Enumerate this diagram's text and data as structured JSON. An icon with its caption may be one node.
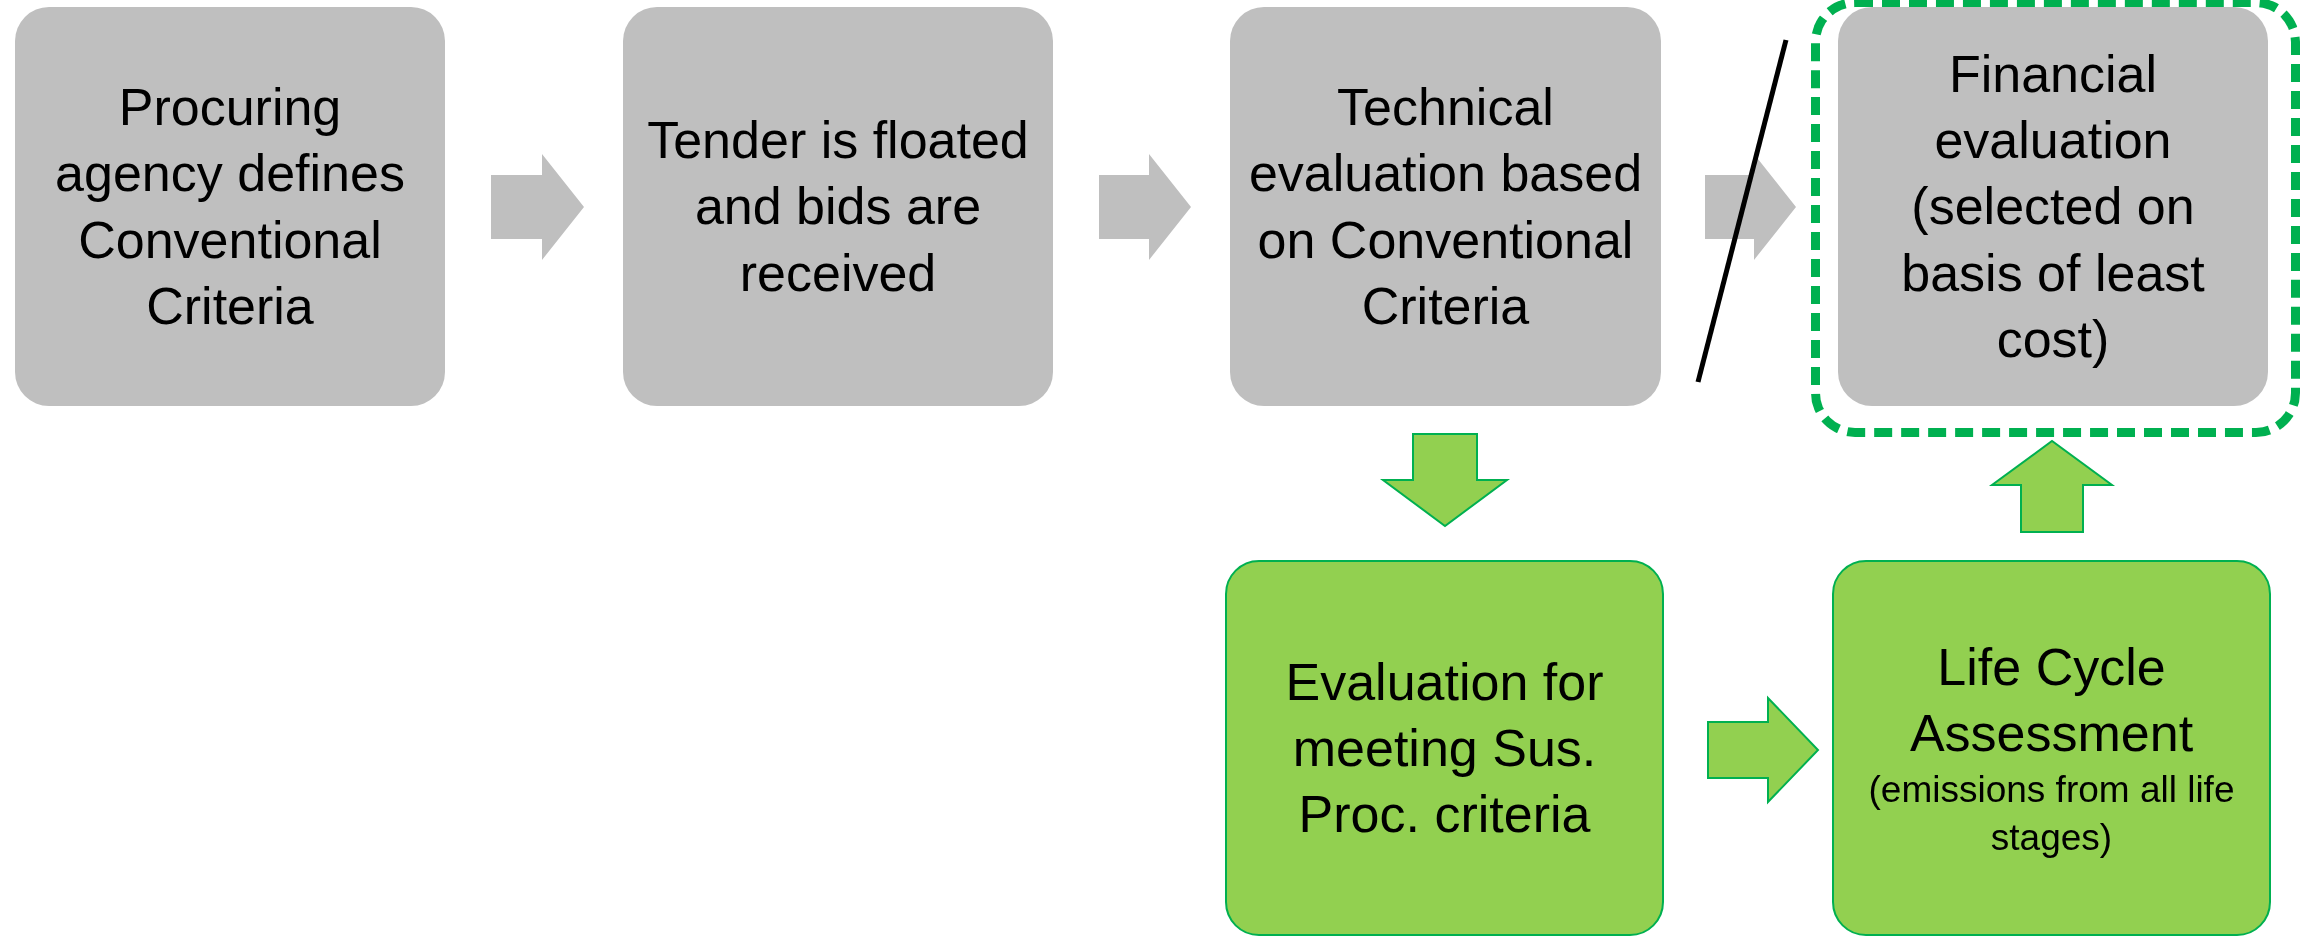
{
  "diagram": {
    "nodes": [
      {
        "text": [
          "Procuring agency defines Conventional Criteria"
        ]
      },
      {
        "text": [
          "Tender is floated and bids are received"
        ]
      },
      {
        "text": [
          "Technical evaluation based on Conventional Criteria"
        ]
      },
      {
        "text": [],
        "shape": "box"
      },
      {
        "text": [
          "Financial evaluation (selected on basis of least cost)"
        ],
        "in": 3
      },
      {
        "text": [
          "Evaluation for meeting Sus. Proc. criteria"
        ]
      },
      {
        "text": [
          "Life Cycle Assessment",
          "(emissions from all life stages)"
        ]
      }
    ],
    "edges": [
      {
        "from": 0,
        "to": 1,
        "arrow": "to"
      },
      {
        "from": 1,
        "to": 2,
        "arrow": "to"
      },
      {
        "from": 2,
        "to": 4,
        "arrow": "to"
      },
      {
        "from": 2,
        "to": 5,
        "arrow": "to",
        "color": "#92d050"
      },
      {
        "from": 5,
        "to": 6,
        "arrow": "to",
        "color": "#92d050"
      },
      {
        "from": 6,
        "to": 3,
        "arrow": "to",
        "color": "#92d050"
      }
    ]
  }
}
